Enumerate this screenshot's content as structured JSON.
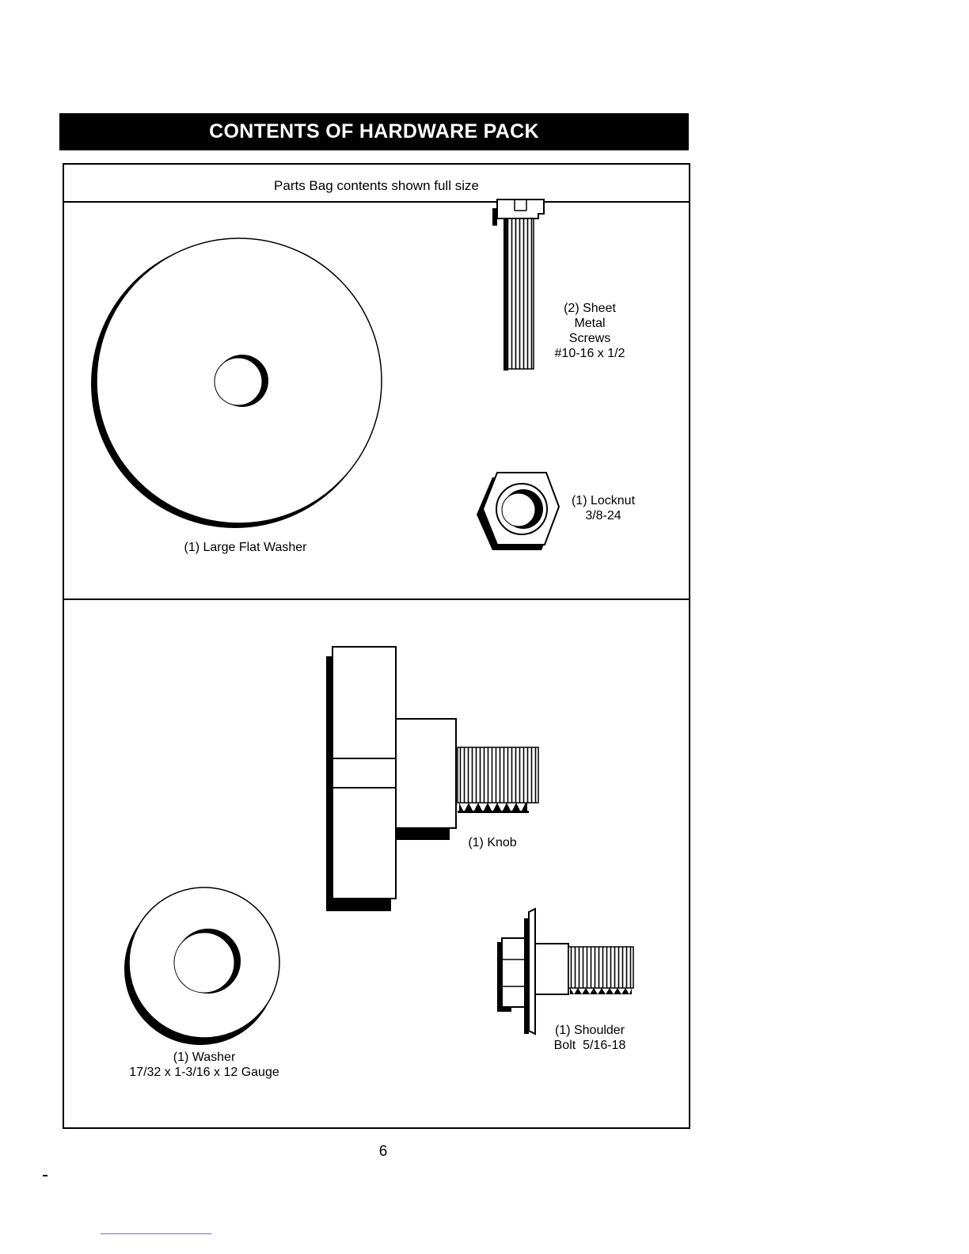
{
  "header": {
    "title": "CONTENTS OF HARDWARE PACK"
  },
  "box": {
    "subtitle": "Parts Bag contents shown full size"
  },
  "parts": {
    "large_flat_washer": "(1) Large Flat Washer",
    "sheet_metal_screws": {
      "lines": [
        "(2) Sheet",
        "Metal",
        "Screws",
        "#10-16 x 1/2"
      ]
    },
    "locknut": {
      "lines": [
        "(1) Locknut",
        "3/8-24"
      ]
    },
    "knob": "(1) Knob",
    "washer": {
      "lines": [
        "(1) Washer",
        "17/32 x 1-3/16 x 12 Gauge"
      ]
    },
    "shoulder_bolt": {
      "lines": [
        "(1) Shoulder",
        "Bolt  5/16-18"
      ]
    }
  },
  "footer": {
    "page_number": "6"
  }
}
